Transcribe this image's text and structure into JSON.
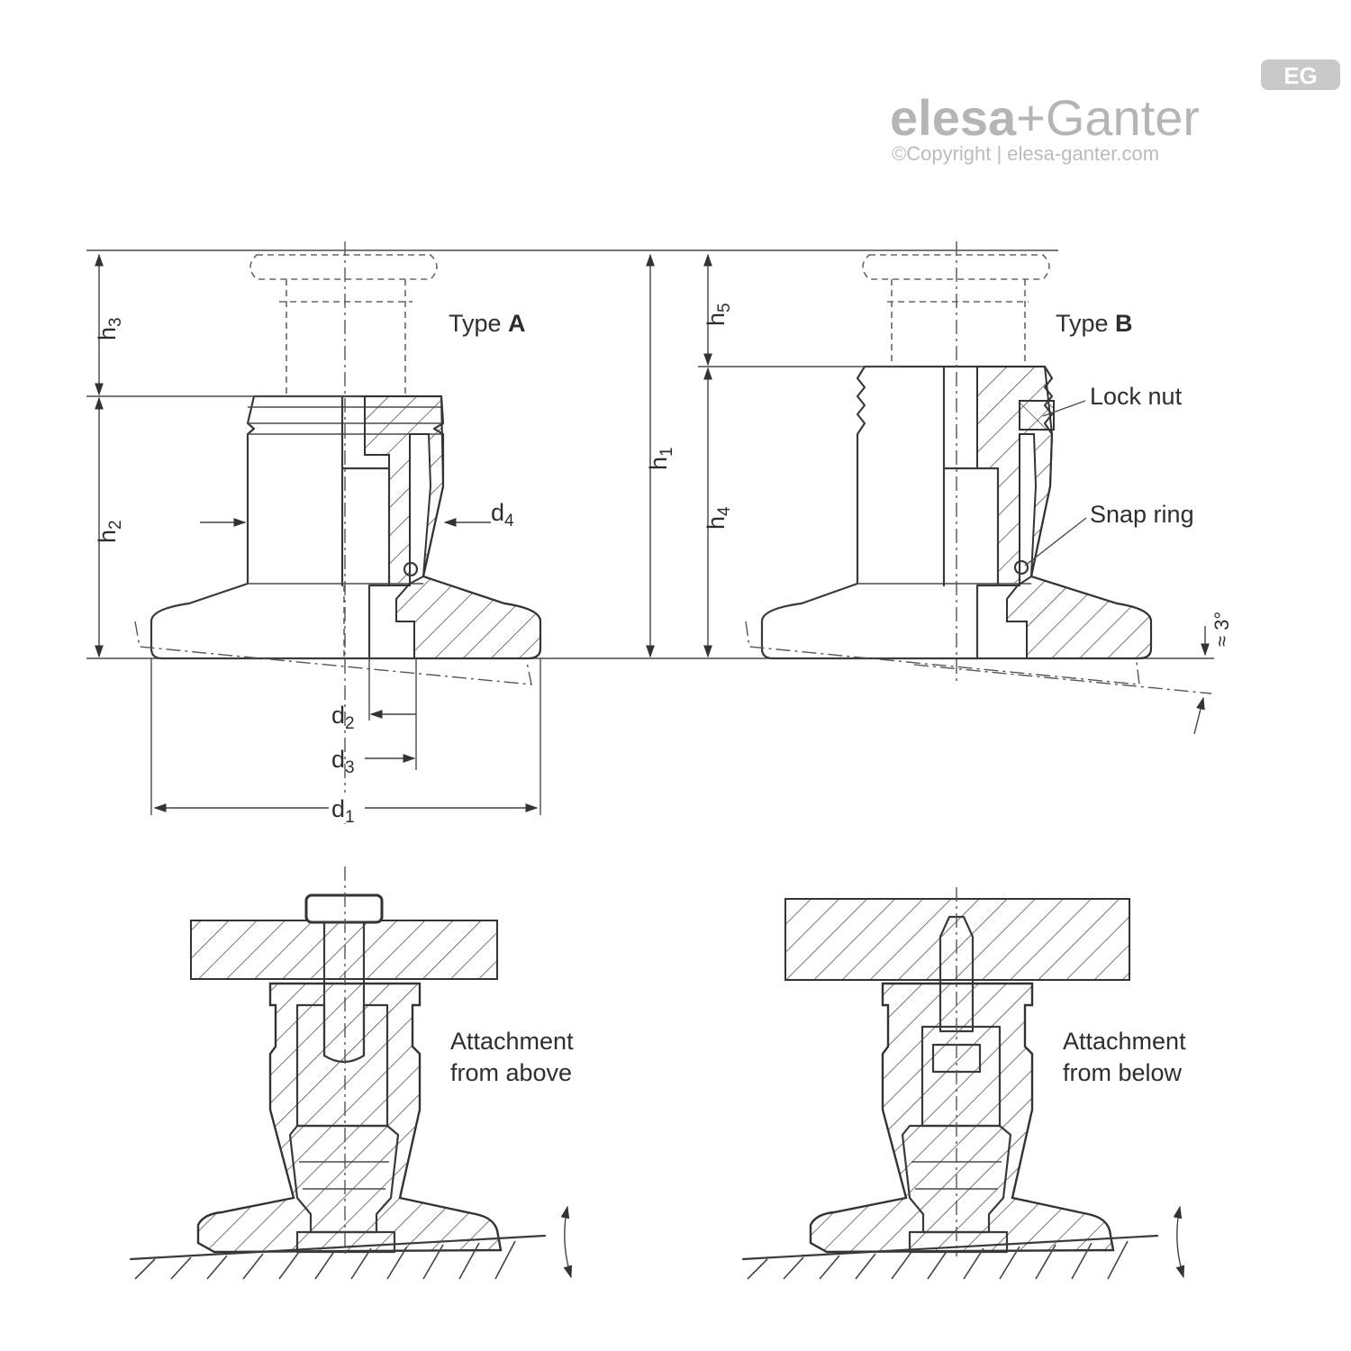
{
  "logo": {
    "badge": "EG",
    "brand_left": "elesa",
    "brand_plus": "+",
    "brand_right": "Ganter",
    "copyright": "©Copyright | elesa-ganter.com"
  },
  "type_a": {
    "prefix": "Type ",
    "letter": "A"
  },
  "type_b": {
    "prefix": "Type ",
    "letter": "B"
  },
  "callouts": {
    "lock_nut": "Lock nut",
    "snap_ring": "Snap ring"
  },
  "dimensions": {
    "h": "h",
    "d": "d",
    "h1": "1",
    "h2": "2",
    "h3": "3",
    "h4": "4",
    "h5": "5",
    "d1": "1",
    "d2": "2",
    "d3": "3",
    "d4": "4",
    "angle": "≈ 3°"
  },
  "attachments": {
    "above_line1": "Attachment",
    "above_line2": "from above",
    "below_line1": "Attachment",
    "below_line2": "from below"
  }
}
